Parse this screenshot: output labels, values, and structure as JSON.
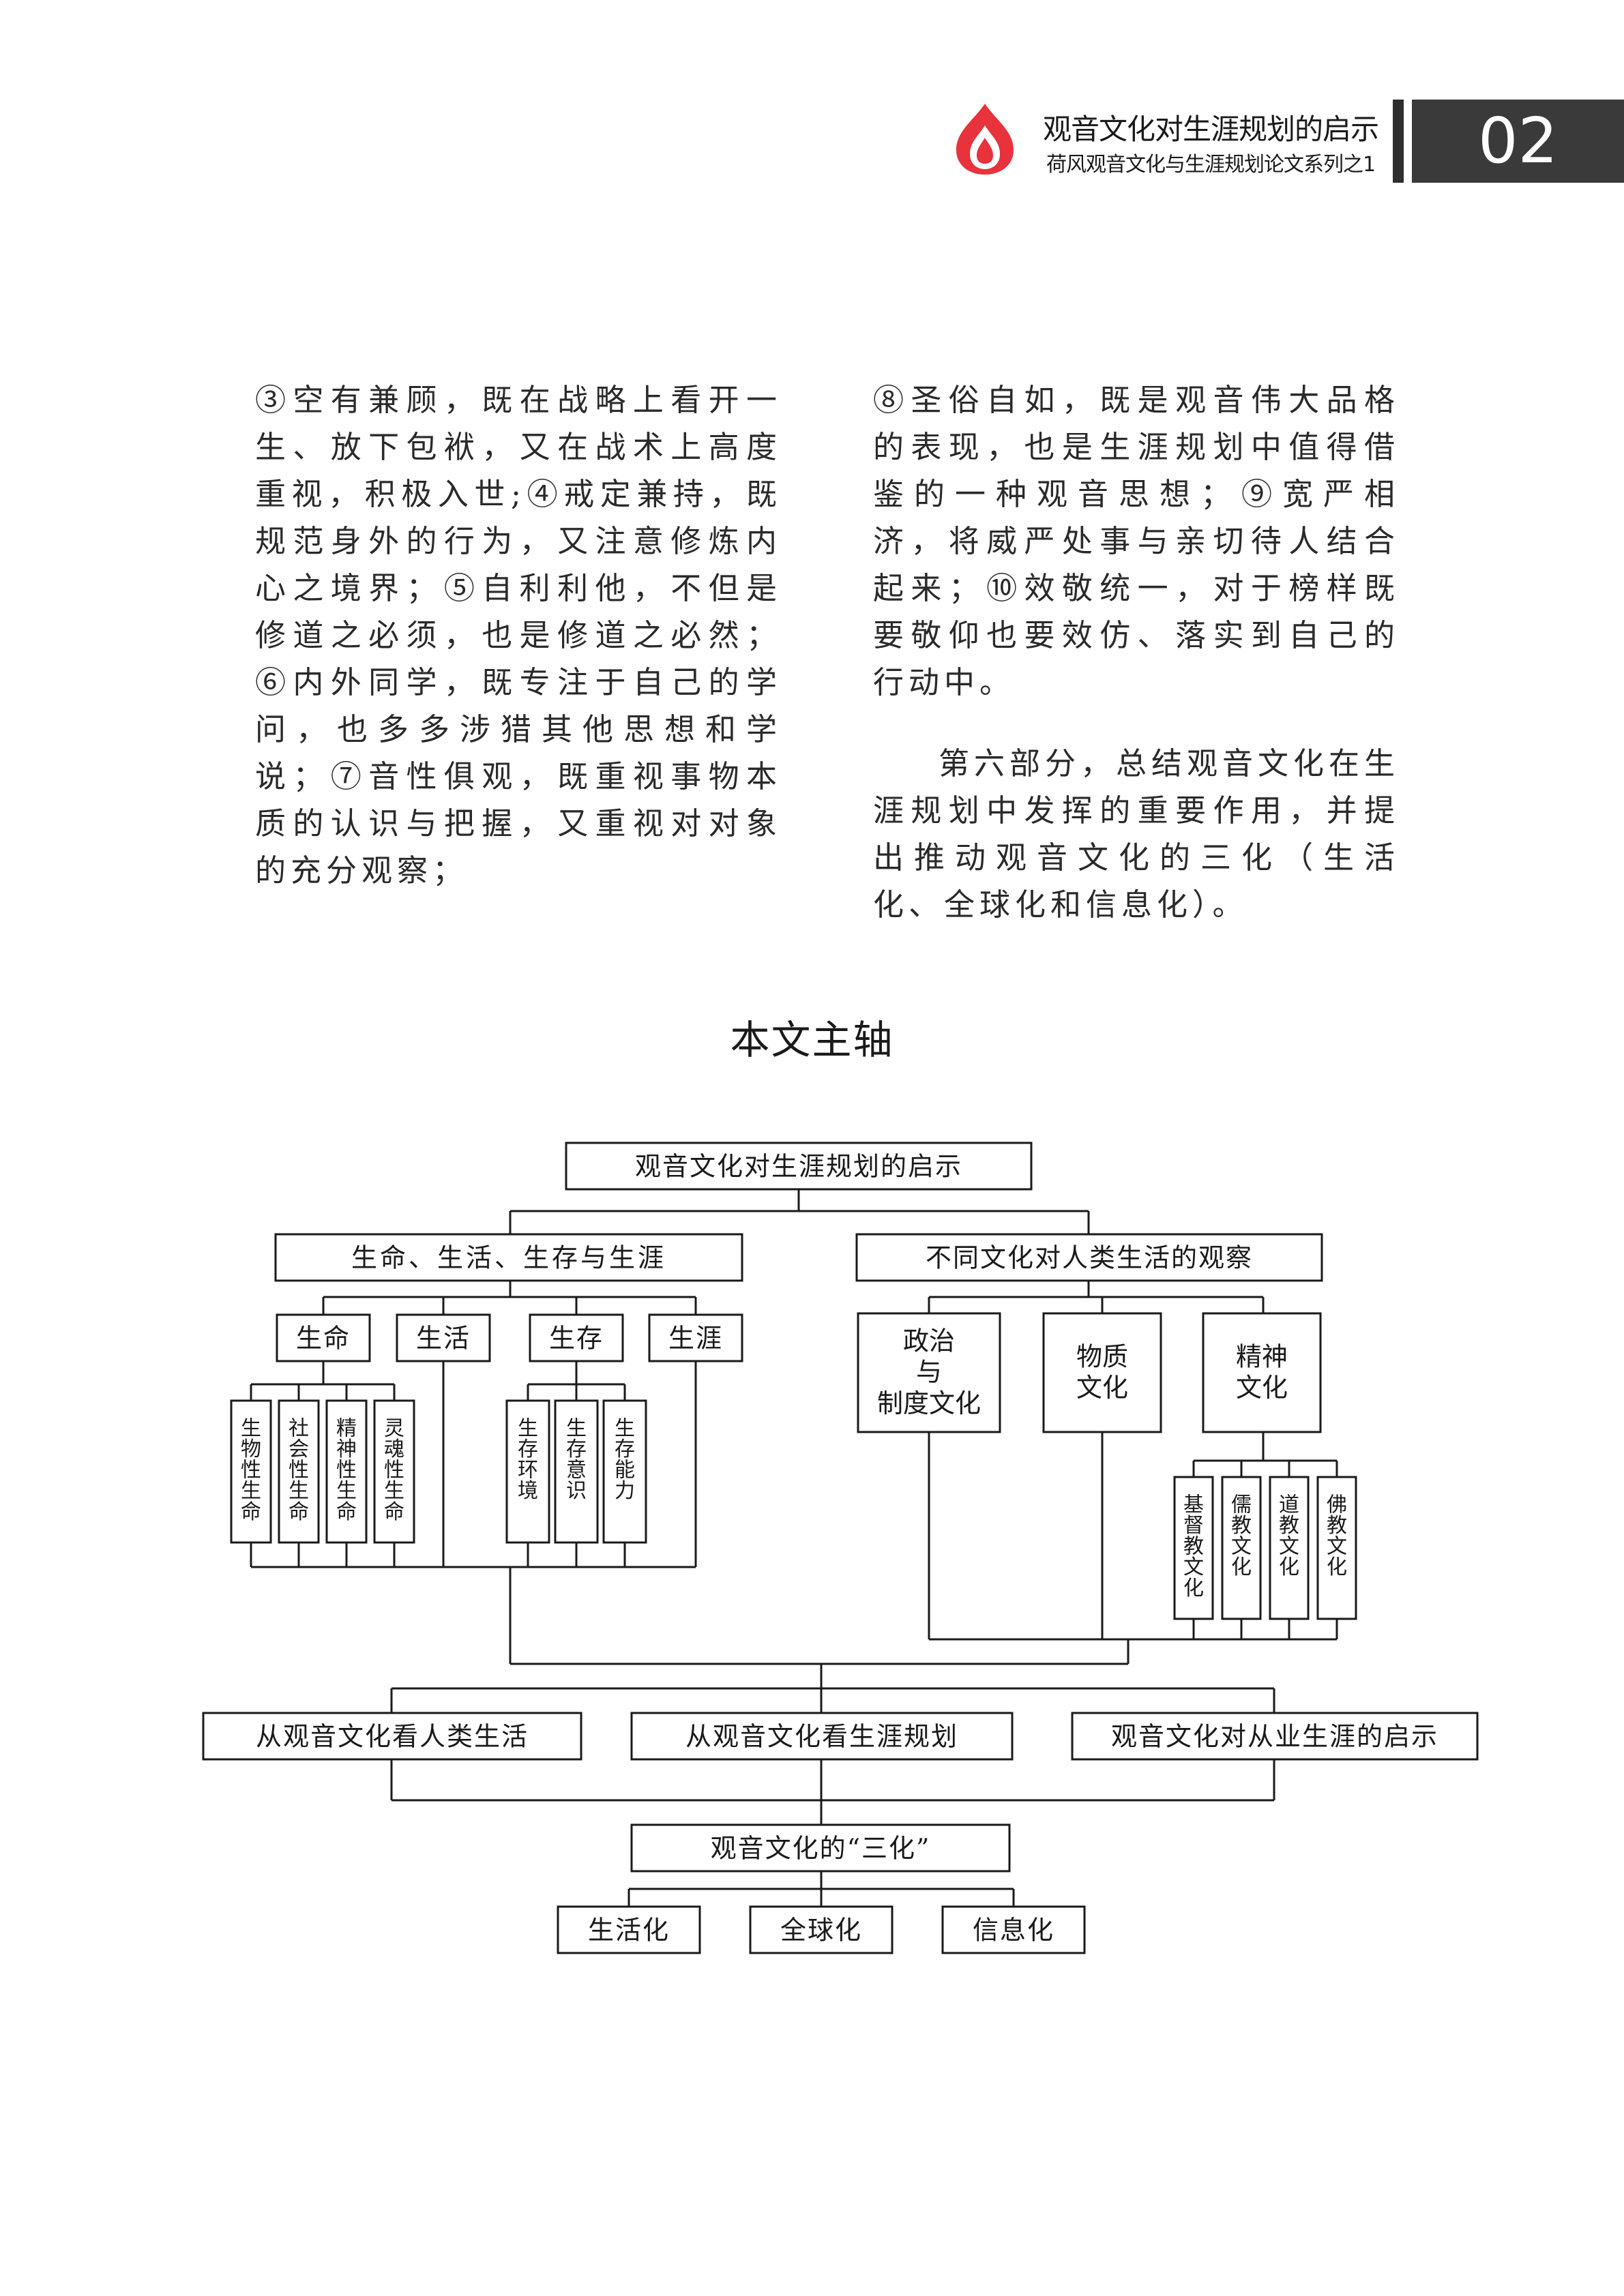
{
  "header": {
    "title": "观音文化对生涯规划的启示",
    "subtitle": "荷风观音文化与生涯规划论文系列之1",
    "page_number": "02",
    "accent_color": "#e8323c",
    "logo_icon": "lotus-flame-logo"
  },
  "body": {
    "left_paragraph": "③空有兼顾，既在战略上看开一生、放下包袱，又在战术上高度重视，积极入世;④戒定兼持，既规范身外的行为，又注意修炼内心之境界；⑤自利利他，不但是修道之必须，也是修道之必然；⑥内外同学，既专注于自己的学问，也多多涉猎其他思想和学说；⑦音性俱观，既重视事物本质的认识与把握，又重视对对象的充分观察；",
    "right_paragraph_1": "⑧圣俗自如，既是观音伟大品格的表现，也是生涯规划中值得借鉴的一种观音思想；⑨宽严相济，将威严处事与亲切待人结合起来；⑩效敬统一，对于榜样既要敬仰也要效仿、落实到自己的行动中。",
    "right_paragraph_2": "第六部分，总结观音文化在生涯规划中发挥的重要作用，并提出推动观音文化的三化（生活化、全球化和信息化）。"
  },
  "diagram": {
    "section_title": "本文主轴",
    "root": "观音文化对生涯规划的启示",
    "branch_left": "生命、生活、生存与生涯",
    "branch_right": "不同文化对人类生活的观察",
    "left_children": [
      "生命",
      "生活",
      "生存",
      "生涯"
    ],
    "life_items": [
      "生物性生命",
      "社会性生命",
      "精神性生命",
      "灵魂性生命"
    ],
    "survival_items": [
      "生存环境",
      "生存意识",
      "生存能力"
    ],
    "right_children": [
      {
        "line1": "政治",
        "line2": "与",
        "line3": "制度文化"
      },
      {
        "line1": "物质",
        "line2": "文化"
      },
      {
        "line1": "精神",
        "line2": "文化"
      }
    ],
    "spirit_items": [
      "基督教文化",
      "儒教文化",
      "道教文化",
      "佛教文化"
    ],
    "perspectives": [
      "从观音文化看人类生活",
      "从观音文化看生涯规划",
      "观音文化对从业生涯的启示"
    ],
    "three_hua_title": "观音文化的“三化”",
    "three_hua": [
      "生活化",
      "全球化",
      "信息化"
    ]
  }
}
